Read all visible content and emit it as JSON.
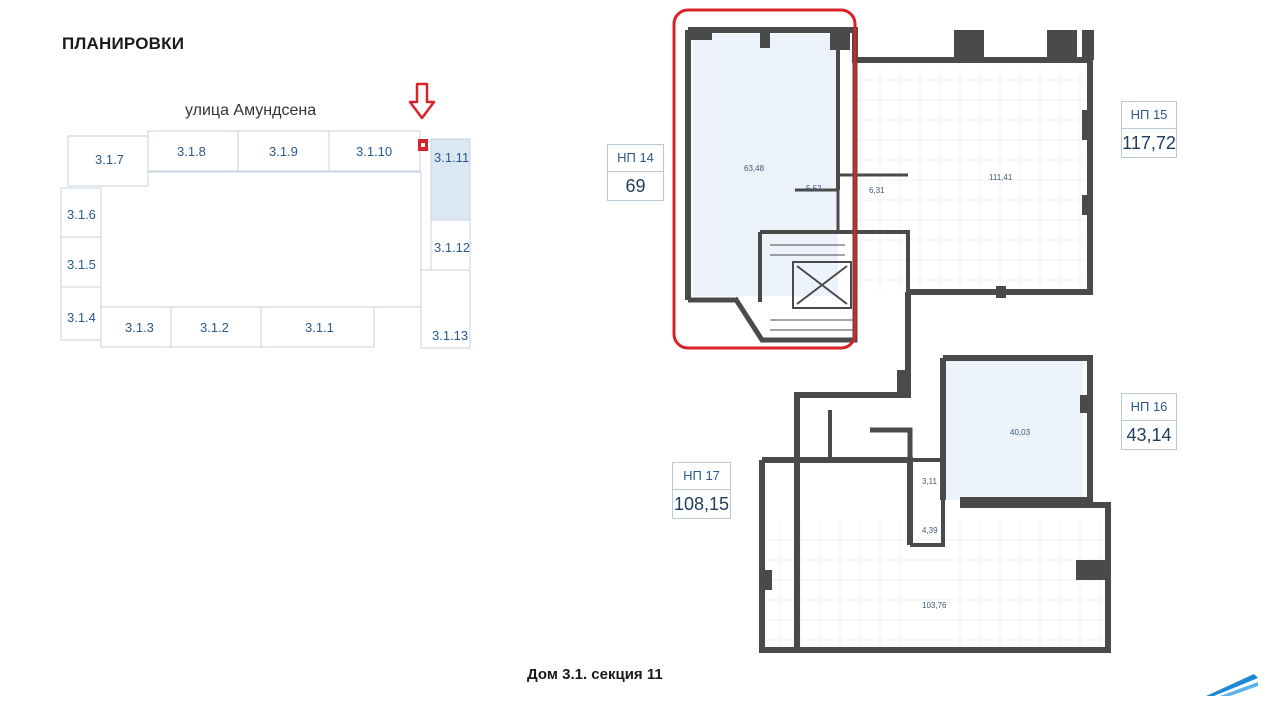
{
  "header": {
    "title": "ПЛАНИРОВКИ"
  },
  "site_plan": {
    "street": "улица Амундсена",
    "cells": [
      {
        "id": "3.1.7",
        "label": "3.1.7"
      },
      {
        "id": "3.1.8",
        "label": "3.1.8"
      },
      {
        "id": "3.1.9",
        "label": "3.1.9"
      },
      {
        "id": "3.1.10",
        "label": "3.1.10"
      },
      {
        "id": "3.1.11",
        "label": "3.1.11",
        "selected": true
      },
      {
        "id": "3.1.6",
        "label": "3.1.6"
      },
      {
        "id": "3.1.5",
        "label": "3.1.5"
      },
      {
        "id": "3.1.4",
        "label": "3.1.4"
      },
      {
        "id": "3.1.3",
        "label": "3.1.3"
      },
      {
        "id": "3.1.2",
        "label": "3.1.2"
      },
      {
        "id": "3.1.1",
        "label": "3.1.1"
      },
      {
        "id": "3.1.12",
        "label": "3.1.12"
      },
      {
        "id": "3.1.13",
        "label": "3.1.13"
      }
    ]
  },
  "units": [
    {
      "name": "НП 14",
      "area": "69"
    },
    {
      "name": "НП 15",
      "area": "117,72"
    },
    {
      "name": "НП 16",
      "area": "43,14"
    },
    {
      "name": "НП 17",
      "area": "108,15"
    }
  ],
  "rooms": {
    "r1": "63,48",
    "r2": "5,52",
    "r3": "6,31",
    "r4": "111,41",
    "r5": "40,03",
    "r6": "3,11",
    "r7": "4,39",
    "r8": "103,76"
  },
  "footer": {
    "title": "Дом 3.1. секция 11"
  },
  "colors": {
    "accent": "#d8232a",
    "room_fill": "#edf3fa",
    "wall": "#4a4a4a",
    "brand": "#1e88d6"
  }
}
